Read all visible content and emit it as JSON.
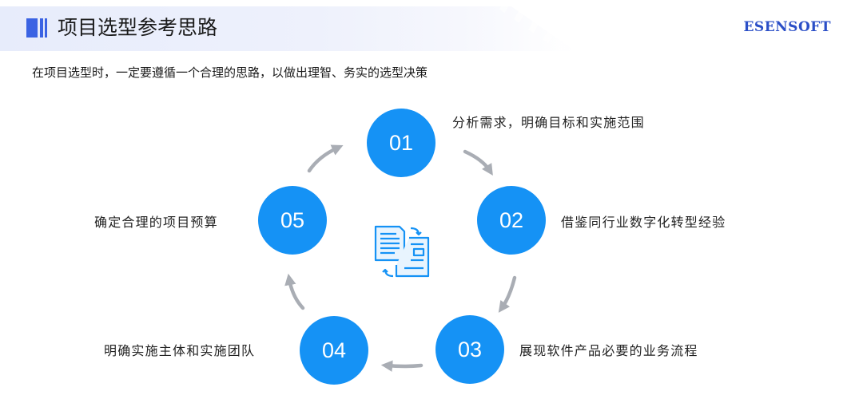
{
  "header": {
    "title": "项目选型参考思路",
    "brand": "ESENSOFT"
  },
  "intro": "在项目选型时，一定要遵循一个合理的思路，以做出理智、务实的选型决策",
  "steps": [
    {
      "number": "01",
      "label": "分析需求，明确目标和实施范围"
    },
    {
      "number": "02",
      "label": "借鉴同行业数字化转型经验"
    },
    {
      "number": "03",
      "label": "展现软件产品必要的业务流程"
    },
    {
      "number": "04",
      "label": "明确实施主体和实施团队"
    },
    {
      "number": "05",
      "label": "确定合理的项目预算"
    }
  ],
  "colors": {
    "accent": "#1592f5",
    "title_mark": "#3b63e3",
    "brand": "#2b4fc7",
    "arrow": "#a9adb4",
    "icon": "#1592f5"
  },
  "icons": {
    "center": "document-exchange-icon"
  }
}
